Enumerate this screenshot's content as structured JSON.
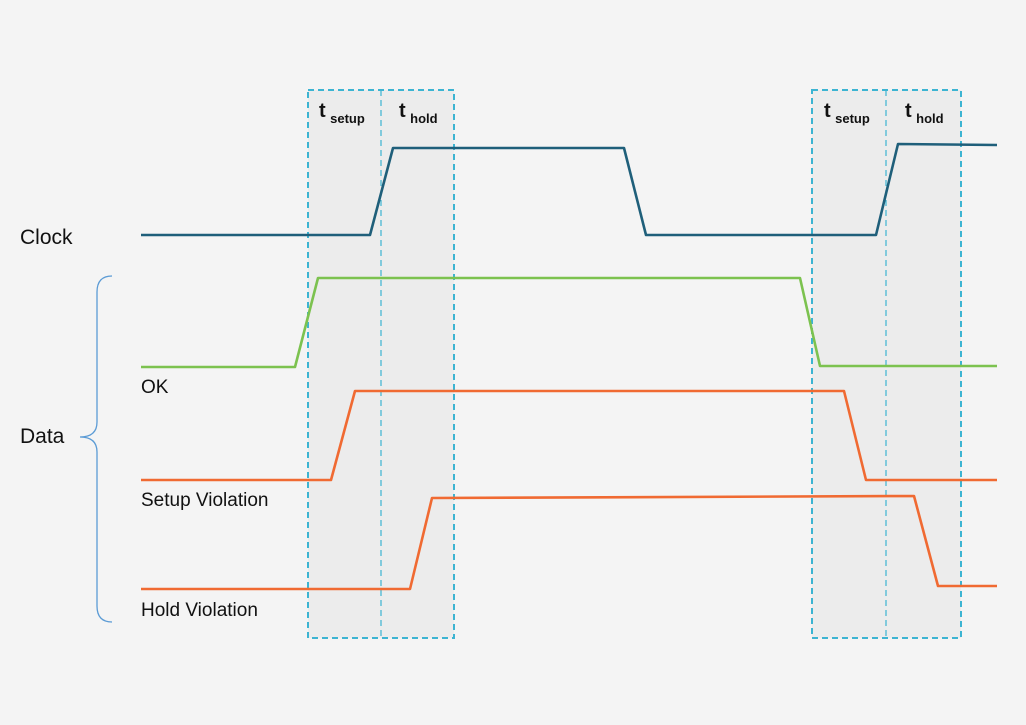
{
  "labels": {
    "clock": "Clock",
    "data": "Data",
    "ok": "OK",
    "setup_violation": "Setup Violation",
    "hold_violation": "Hold Violation"
  },
  "timing_windows": [
    {
      "setup_main": "t",
      "setup_sub": "setup",
      "hold_main": "t",
      "hold_sub": "hold"
    },
    {
      "setup_main": "t",
      "setup_sub": "setup",
      "hold_main": "t",
      "hold_sub": "hold"
    }
  ],
  "colors": {
    "background": "#f4f4f4",
    "window_border": "#3cb4d2",
    "window_fill": "#e9e9e9",
    "clock_wave": "#1f5f7a",
    "ok_wave": "#7cc24f",
    "violation_wave": "#f06a32",
    "brace": "#5b9bd5"
  }
}
